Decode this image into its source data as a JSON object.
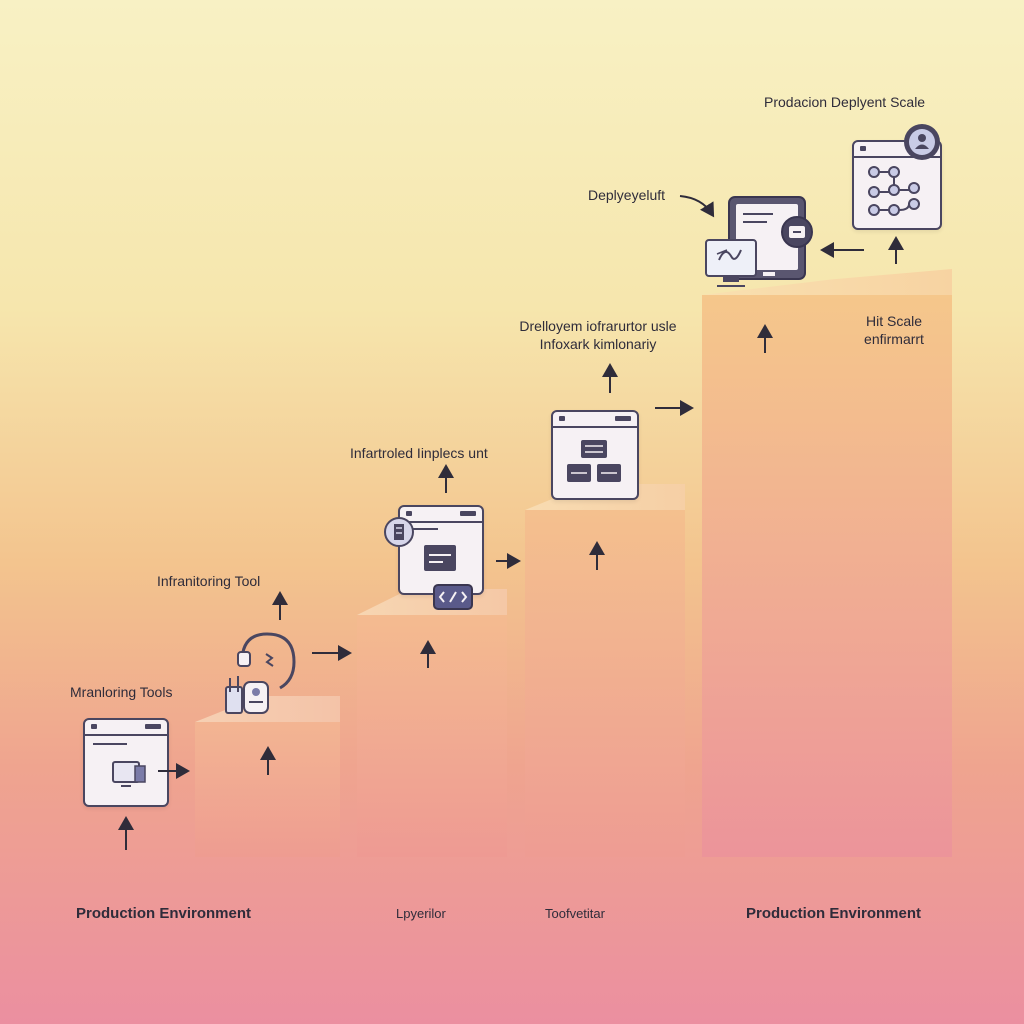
{
  "labels": {
    "monitoring_tools": "Mranloring Tools",
    "infrastructure_tool": "Infranitoring Tool",
    "infra_implement": "Infartroled Iinplecs unt",
    "deploy_infra_line1": "Drelloyem iofrarurtor usle",
    "deploy_infra_line2": "Infoxark kimlonariy",
    "deployment": "Deplyeyeluft",
    "production_deployment_scale": "Prodacion Deplyent Scale",
    "high_scale_line1": "Hit Scale",
    "high_scale_line2": "enfirmarrt"
  },
  "bottom_labels": {
    "left": "Production Environment",
    "mid1": "Lpyerilor",
    "mid2": "Toofvetitar",
    "right": "Production Environment"
  },
  "colors": {
    "bg_top": "#f8f1c4",
    "bg_bottom": "#eb8fa0",
    "icon_stroke": "#4a4660",
    "icon_fill": "#f6f1f4",
    "icon_accent": "#7b7ba8"
  },
  "icons": [
    "monitor-window-icon",
    "headset-tools-icon",
    "server-window-icon",
    "database-window-icon",
    "laptop-settings-icon",
    "network-window-icon"
  ]
}
